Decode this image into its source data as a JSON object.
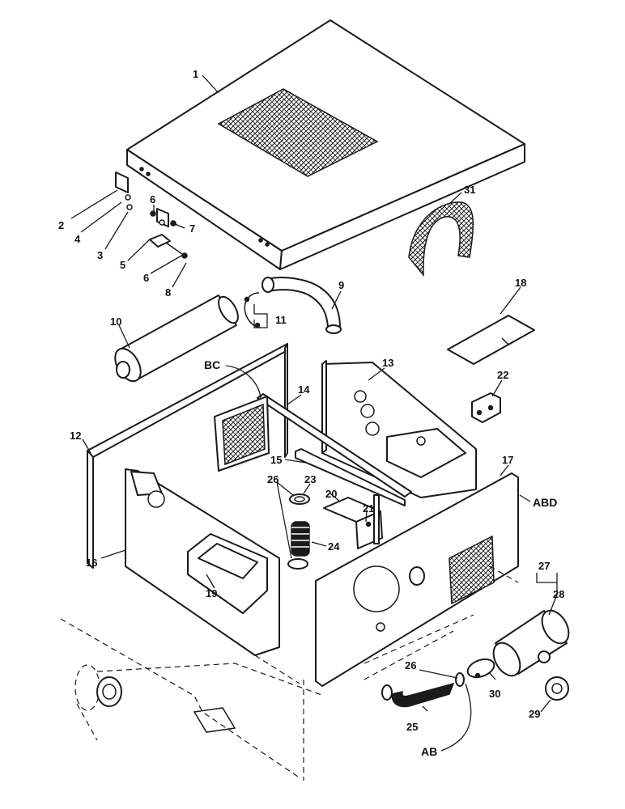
{
  "diagram": {
    "callouts": {
      "c1": "1",
      "c2": "2",
      "c3": "3",
      "c4": "4",
      "c5": "5",
      "c6a": "6",
      "c6b": "6",
      "c7": "7",
      "c8": "8",
      "c9": "9",
      "c10": "10",
      "c11": "11",
      "c12": "12",
      "c13": "13",
      "c14": "14",
      "c15": "15",
      "c16": "16",
      "c17": "17",
      "c18": "18",
      "c19": "19",
      "c20": "20",
      "c21": "21",
      "c22": "22",
      "c23": "23",
      "c24": "24",
      "c25": "25",
      "c26a": "26",
      "c26b": "26",
      "c27": "27",
      "c28": "28",
      "c29": "29",
      "c30": "30",
      "c31": "31"
    },
    "refs": {
      "bc": "BC",
      "abd": "ABD",
      "ab": "AB"
    }
  }
}
